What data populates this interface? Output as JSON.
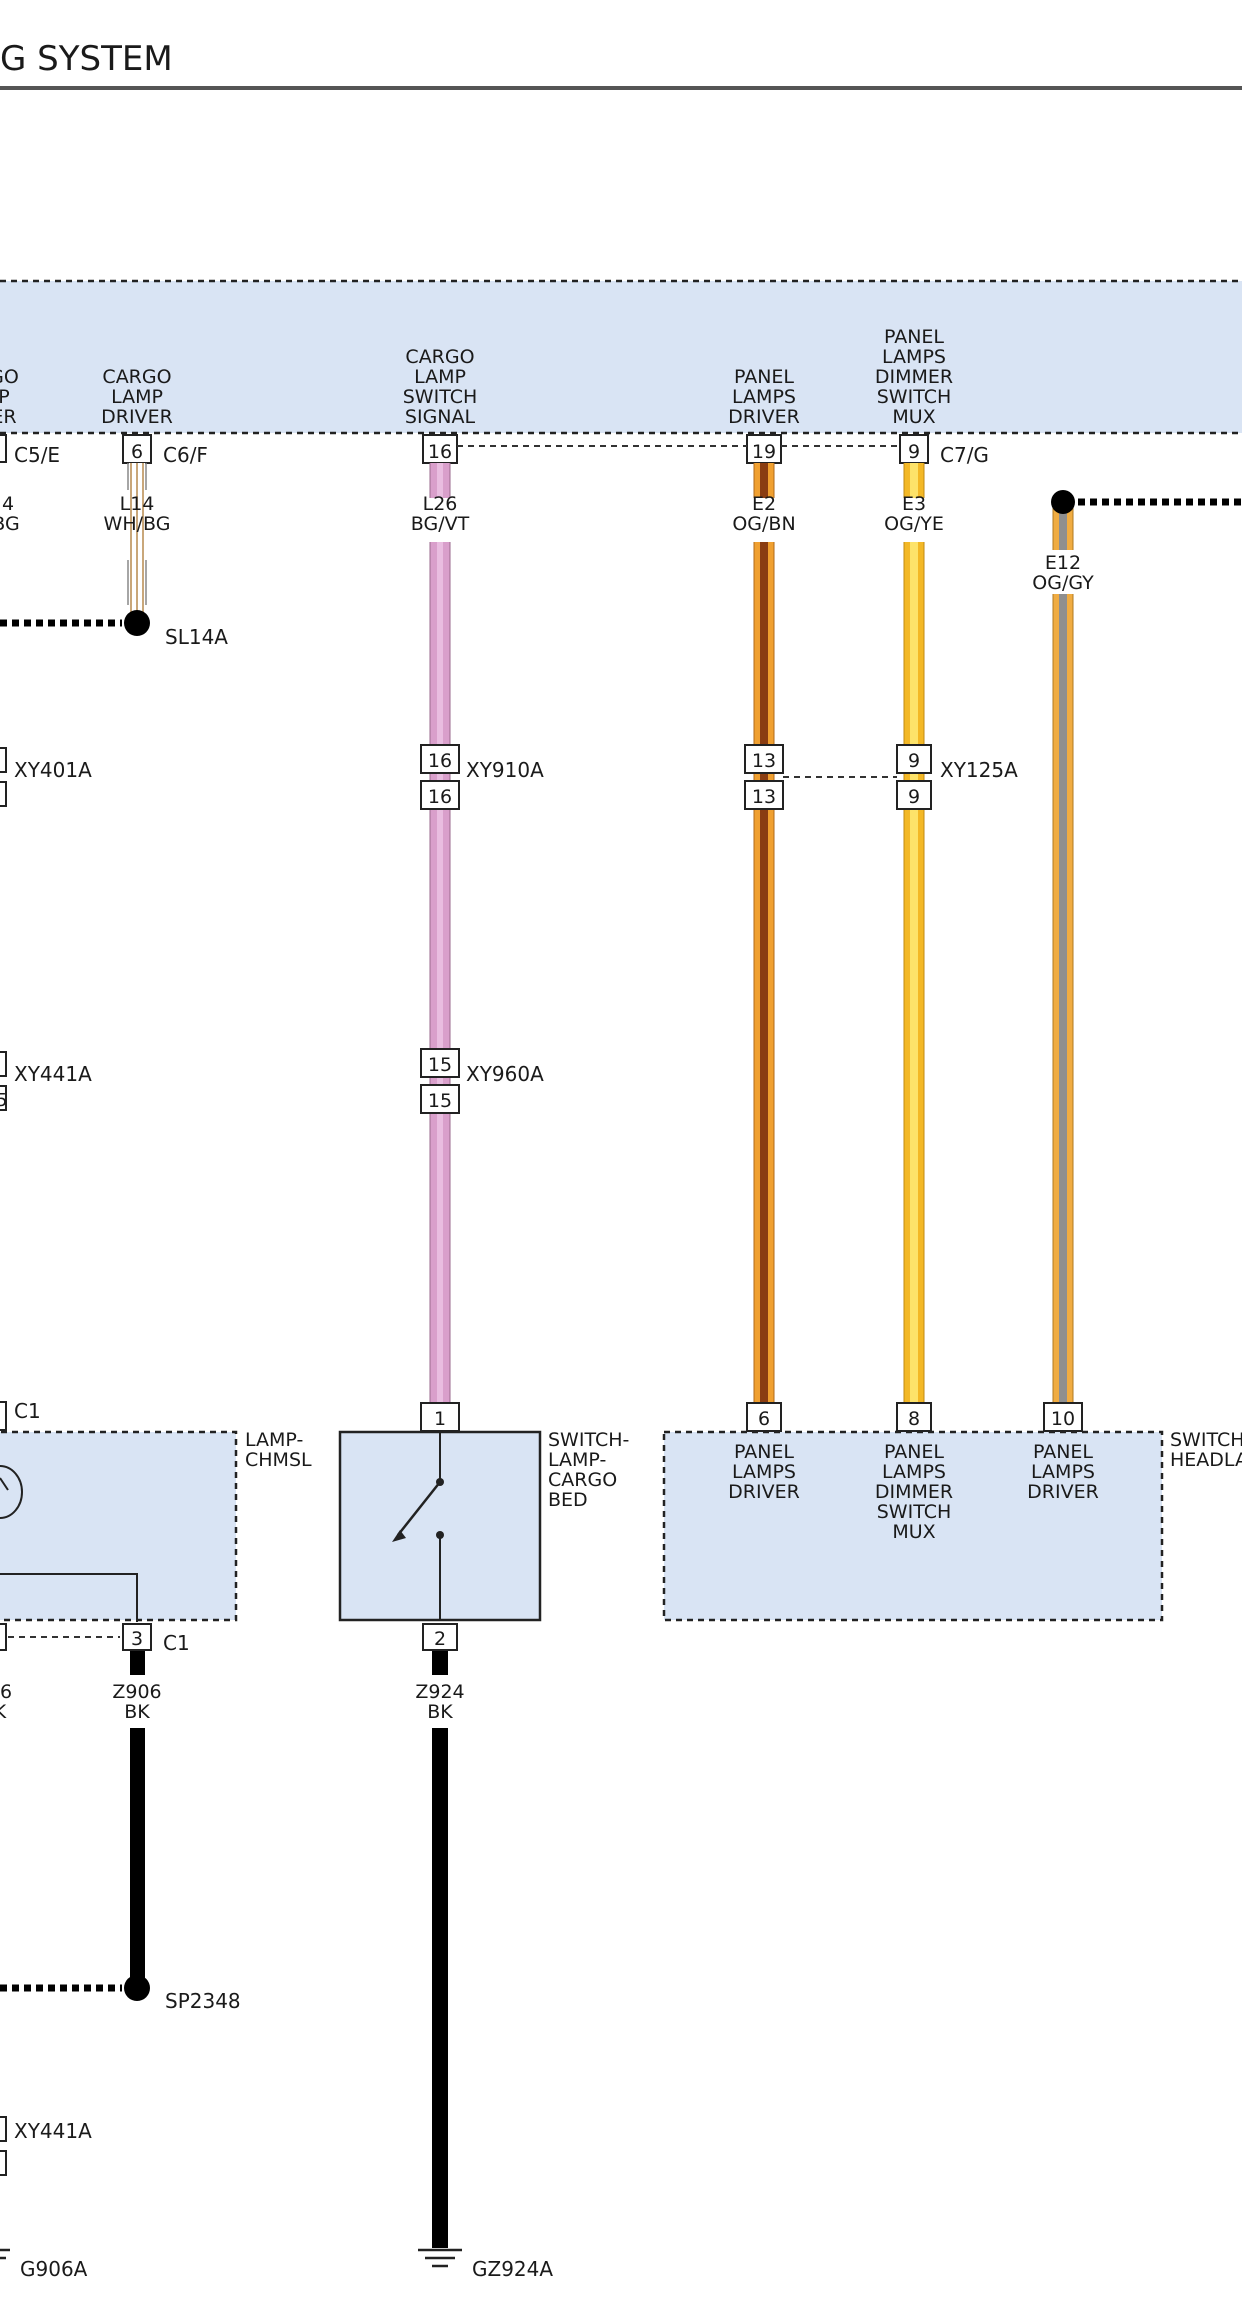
{
  "header": {
    "title": "G SYSTEM"
  },
  "module": {
    "cols": [
      {
        "id": "cargo-lamp-driver-partial",
        "lines": [
          "GO",
          "P",
          "ER"
        ]
      },
      {
        "id": "cargo-lamp-driver",
        "lines": [
          "CARGO",
          "LAMP",
          "DRIVER"
        ]
      },
      {
        "id": "cargo-lamp-switch-signal",
        "lines": [
          "CARGO",
          "LAMP",
          "SWITCH",
          "SIGNAL"
        ]
      },
      {
        "id": "panel-lamps-driver",
        "lines": [
          "PANEL",
          "LAMPS",
          "DRIVER"
        ]
      },
      {
        "id": "panel-lamps-dimmer-switch-mux",
        "lines": [
          "PANEL",
          "LAMPS",
          "DIMMER",
          "SWITCH",
          "MUX"
        ]
      }
    ],
    "pins": [
      {
        "num": "",
        "conn": "C5/E"
      },
      {
        "num": "6",
        "conn": "C6/F"
      },
      {
        "num": "16",
        "conn": ""
      },
      {
        "num": "19",
        "conn": ""
      },
      {
        "num": "9",
        "conn": "C7/G"
      }
    ]
  },
  "wires": [
    {
      "id": "left-partial",
      "code": "4",
      "color": "BG",
      "hex": [
        "#f0e0c8"
      ]
    },
    {
      "id": "l14",
      "code": "L14",
      "color": "WH/BG",
      "hex": [
        "#ffffff",
        "#e8d2b0"
      ]
    },
    {
      "id": "l26",
      "code": "L26",
      "color": "BG/VT",
      "hex": [
        "#e6b2d8",
        "#cf8cc0"
      ]
    },
    {
      "id": "e2",
      "code": "E2",
      "color": "OG/BN",
      "hex": [
        "#f2a32e",
        "#8f3e12"
      ]
    },
    {
      "id": "e3",
      "code": "E3",
      "color": "OG/YE",
      "hex": [
        "#f6c42a",
        "#fde468"
      ]
    },
    {
      "id": "e12",
      "code": "E12",
      "color": "OG/GY",
      "hex": [
        "#f1b045",
        "#8f8f8f"
      ]
    },
    {
      "id": "z906",
      "code": "Z906",
      "color": "BK",
      "hex": [
        "#000000"
      ]
    },
    {
      "id": "z924",
      "code": "Z924",
      "color": "BK",
      "hex": [
        "#000000"
      ]
    },
    {
      "id": "z906-left",
      "code": "06",
      "color": "K",
      "hex": [
        "#000000"
      ]
    }
  ],
  "splices": {
    "sl14a": "SL14A",
    "sp2348": "SP2348"
  },
  "inline_connectors": [
    {
      "id": "xy401a",
      "name": "XY401A",
      "pins": []
    },
    {
      "id": "xy910a",
      "name": "XY910A",
      "pins": [
        "16",
        "16"
      ]
    },
    {
      "id": "xy125a",
      "name": "XY125A",
      "pins": [
        "13",
        "13",
        "9",
        "9"
      ]
    },
    {
      "id": "xy441a-top",
      "name": "XY441A",
      "pins": [
        "",
        "5"
      ]
    },
    {
      "id": "xy960a",
      "name": "XY960A",
      "pins": [
        "15",
        "15"
      ]
    },
    {
      "id": "xy441a-bottom",
      "name": "XY441A",
      "pins": []
    }
  ],
  "components": {
    "chmsl": {
      "name_lines": [
        "LAMP-",
        "CHMSL"
      ],
      "top_conn": "C1",
      "bottom_pin": "3",
      "bottom_conn": "C1"
    },
    "cargo_switch": {
      "name_lines": [
        "SWITCH-",
        "LAMP-",
        "CARGO",
        "BED"
      ],
      "top_pin": "1",
      "bottom_pin": "2"
    },
    "headlamp_switch": {
      "name_lines": [
        "SWITCH",
        "HEADLA"
      ],
      "pins": [
        {
          "num": "6",
          "lines": [
            "PANEL",
            "LAMPS",
            "DRIVER"
          ]
        },
        {
          "num": "8",
          "lines": [
            "PANEL",
            "LAMPS",
            "DIMMER",
            "SWITCH",
            "MUX"
          ]
        },
        {
          "num": "10",
          "lines": [
            "PANEL",
            "LAMPS",
            "DRIVER"
          ]
        }
      ]
    }
  },
  "grounds": {
    "g906a": "G906A",
    "gz924a": "GZ924A"
  }
}
